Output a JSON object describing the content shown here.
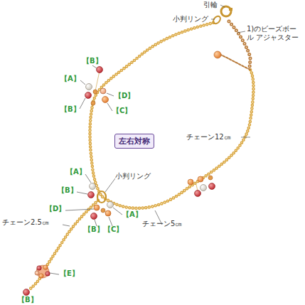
{
  "diagram": {
    "nodes": [
      {
        "text": [
          "左右対称"
        ]
      }
    ],
    "labels": [
      "引輪",
      "小判リング",
      "1)のビーズボール アジャスター",
      "【B】",
      "【A】",
      "【D】",
      "【B】",
      "【C】",
      "チェーン12㎝",
      "【A】",
      "小判リング",
      "【B】",
      "【D】",
      "【A】",
      "チェーン2.5㎝",
      "チェーン5㎝",
      "【B】",
      "【C】",
      "【E】",
      "【B】"
    ]
  }
}
